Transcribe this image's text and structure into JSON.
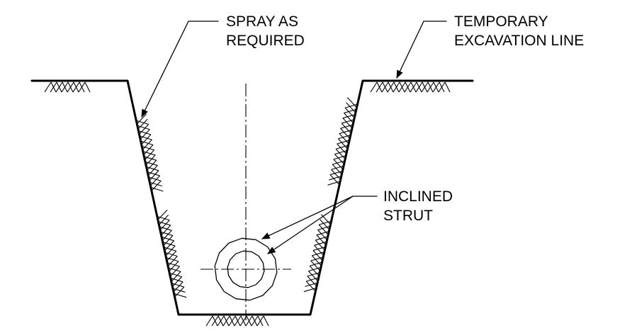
{
  "labels": {
    "spray": [
      "SPRAY AS",
      "REQUIRED"
    ],
    "excavation": [
      "TEMPORARY",
      "EXCAVATION LINE"
    ],
    "strut": [
      "INCLINED",
      "STRUT"
    ]
  },
  "colors": {
    "line": "#000000",
    "background": "#ffffff"
  }
}
